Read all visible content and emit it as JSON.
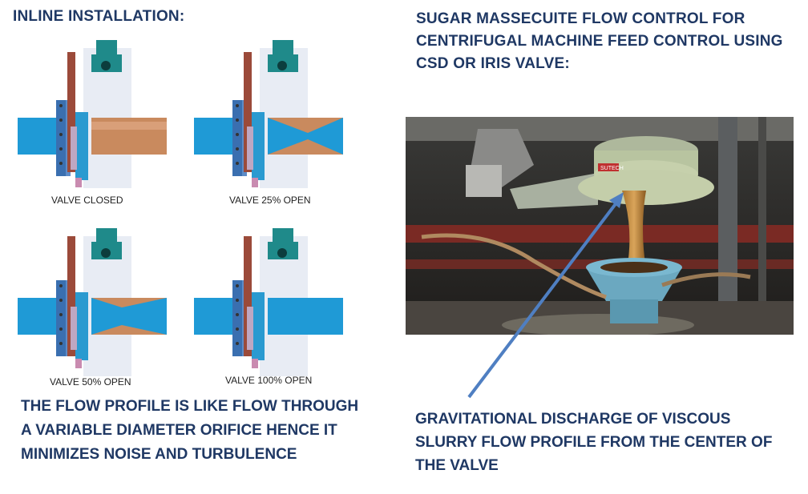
{
  "headings": {
    "left": "INLINE INSTALLATION:",
    "right": "SUGAR MASSECUITE FLOW CONTROL FOR CENTRIFUGAL MACHINE FEED CONTROL USING CSD OR IRIS VALVE:"
  },
  "diagrams": [
    {
      "caption": "VALVE CLOSED",
      "open_fraction": 0.0
    },
    {
      "caption": "VALVE 25% OPEN",
      "open_fraction": 0.25
    },
    {
      "caption": "VALVE 50% OPEN",
      "open_fraction": 0.5
    },
    {
      "caption": "VALVE 100% OPEN",
      "open_fraction": 1.0
    }
  ],
  "body_text": {
    "left": "THE FLOW PROFILE IS LIKE FLOW THROUGH A VARIABLE DIAMETER ORIFICE HENCE IT MINIMIZES NOISE AND TURBULENCE",
    "right": "GRAVITATIONAL DISCHARGE OF VISCOUS SLURRY FLOW PROFILE FROM THE CENTER OF THE VALVE"
  },
  "photo": {
    "label": "SUTECH"
  },
  "colors": {
    "heading": "#1f3864",
    "pipe_blue": "#1f9ad6",
    "pipe_copper": "#c98a5e",
    "arrow": "#4f7fc2",
    "actuator": "#1f8a8a"
  }
}
